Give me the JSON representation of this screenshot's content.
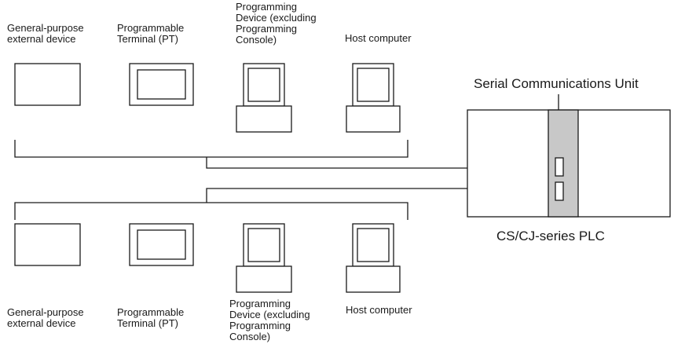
{
  "top_row": {
    "general_device": "General-purpose\nexternal device",
    "pt": "Programmable\nTerminal (PT)",
    "programming_device": "Programming\nDevice (excluding\nProgramming\nConsole)",
    "host": "Host computer"
  },
  "bottom_row": {
    "general_device": "General-purpose\nexternal device",
    "pt": "Programmable\nTerminal (PT)",
    "programming_device": "Programming\nDevice (excluding\nProgramming\nConsole)",
    "host": "Host computer"
  },
  "scu_label": "Serial Communications Unit",
  "plc_label": "CS/CJ-series PLC",
  "colors": {
    "line": "#1a1a1a",
    "unit_fill": "#c8c8c8",
    "background": "#ffffff"
  }
}
